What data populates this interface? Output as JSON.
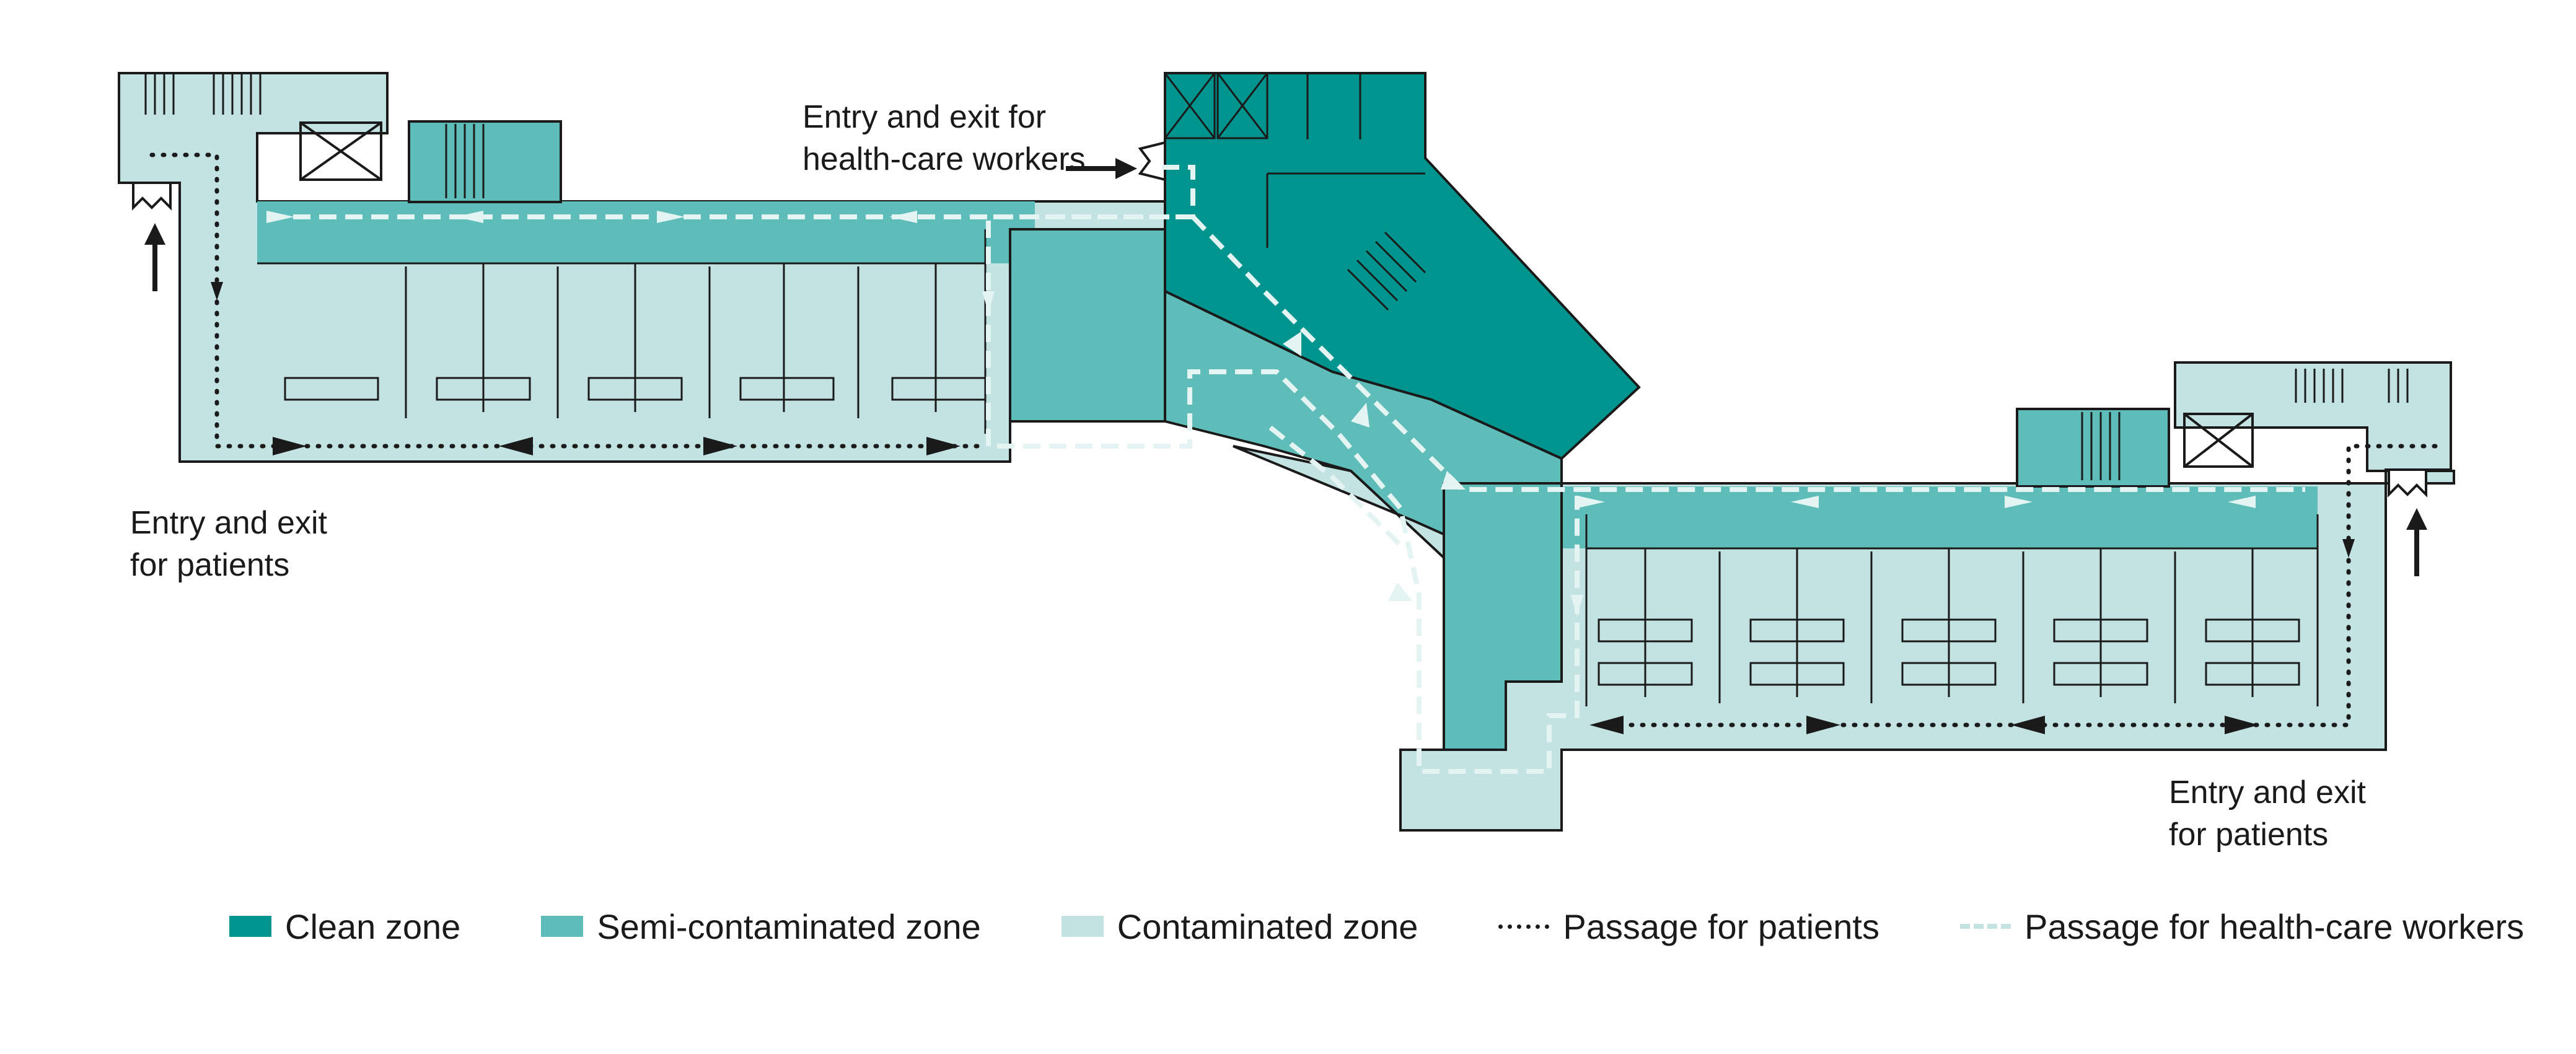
{
  "labels": {
    "hcw_entry": "Entry and exit for\nhealth-care workers",
    "patient_entry_left": "Entry and exit\nfor patients",
    "patient_entry_right": "Entry and exit\nfor patients"
  },
  "legend": [
    {
      "kind": "clean",
      "label": "Clean zone"
    },
    {
      "kind": "semi",
      "label": "Semi-contaminated zone"
    },
    {
      "kind": "contaminated",
      "label": "Contaminated zone"
    },
    {
      "kind": "patient-path",
      "label": "Passage for patients"
    },
    {
      "kind": "hcw-path",
      "label": "Passage for health-care workers"
    }
  ],
  "colors": {
    "clean": "#00948f",
    "semi": "#5fbdb9",
    "contaminated": "#c2e3e2",
    "walls": "#1a1a1a",
    "patient_path": "#1a1a1a",
    "hcw_path": "#e4f4f3"
  }
}
